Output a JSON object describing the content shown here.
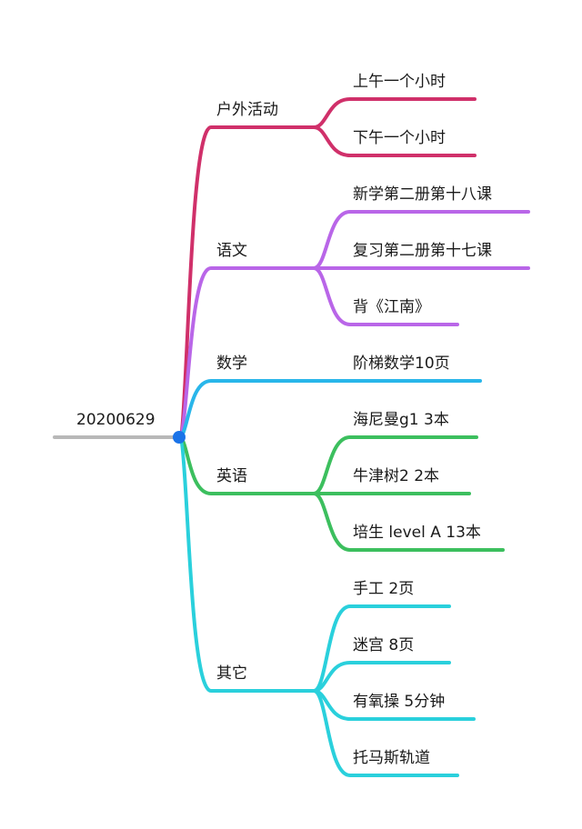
{
  "root": {
    "label": "20200629",
    "trunk_color": "#b8b8b8",
    "node_color": "#1a73e8"
  },
  "branches": [
    {
      "label": "户外活动",
      "color": "#d0306a",
      "children": [
        "上午一个小时",
        "下午一个小时"
      ]
    },
    {
      "label": "语文",
      "color": "#b966e8",
      "children": [
        "新学第二册第十八课",
        "复习第二册第十七课",
        "背《江南》"
      ]
    },
    {
      "label": "数学",
      "color": "#29b6ea",
      "children": [
        "阶梯数学10页"
      ]
    },
    {
      "label": "英语",
      "color": "#3cbf5e",
      "children": [
        "海尼曼g1 3本",
        "牛津树2 2本",
        "培生 level A 13本"
      ]
    },
    {
      "label": "其它",
      "color": "#2ad0dc",
      "children": [
        "手工 2页",
        "迷宫 8页",
        "有氧操 5分钟",
        "托马斯轨道"
      ]
    }
  ]
}
